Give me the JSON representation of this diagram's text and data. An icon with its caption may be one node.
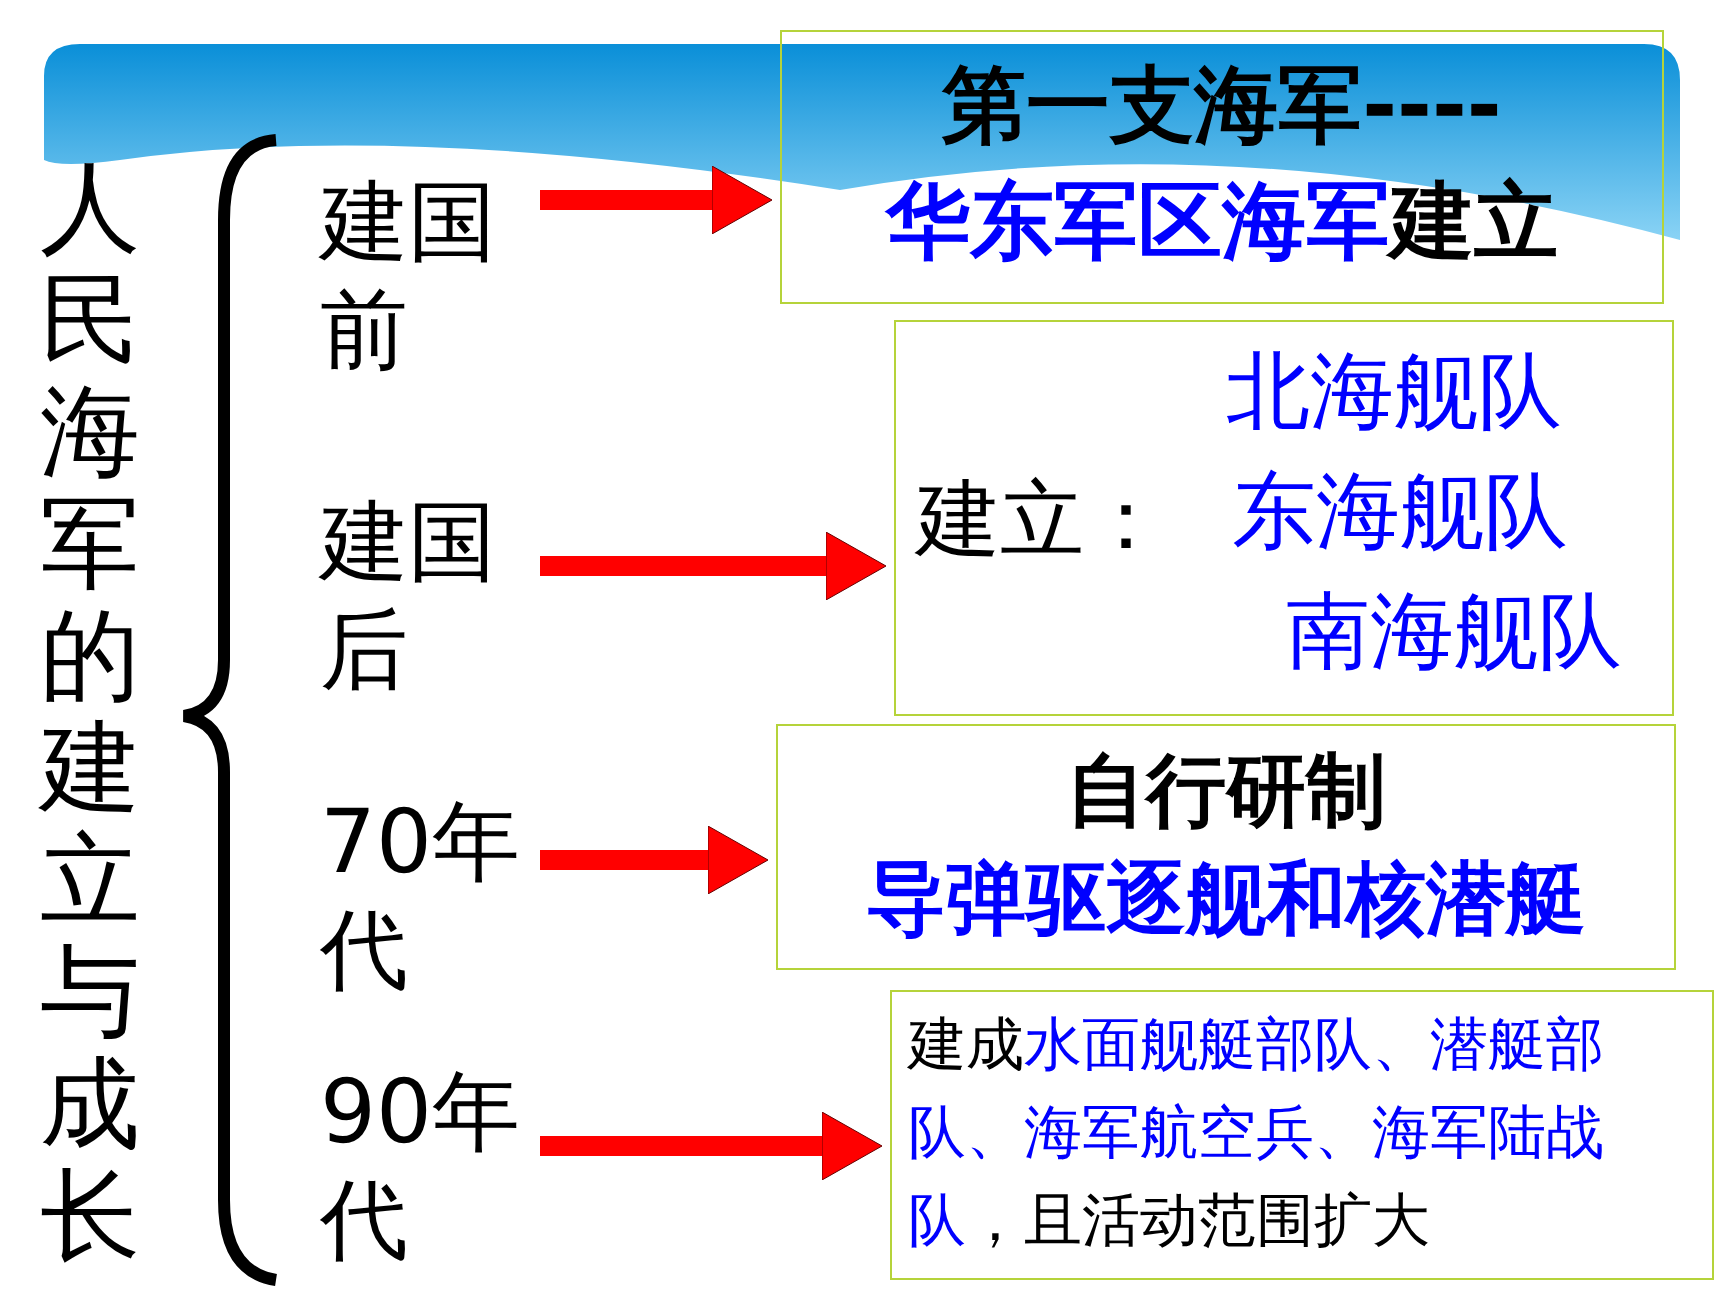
{
  "diagram": {
    "nodes": [
      {
        "text": [
          "人民海军的建立与成长"
        ]
      },
      {
        "text": [
          "建国前"
        ]
      },
      {
        "text": [
          "建国后"
        ]
      },
      {
        "text": [
          "70年代"
        ]
      },
      {
        "text": [
          "90年代"
        ]
      },
      {
        "text": [
          "第一支海军----",
          "华东军区海军",
          "建立"
        ]
      },
      {
        "text": [
          "建立：",
          "北海舰队",
          "东海舰队",
          "南海舰队"
        ]
      },
      {
        "text": [
          "自行研制",
          "导弹驱逐舰和核潜艇"
        ]
      },
      {
        "text": [
          "建成",
          "水面舰艇部队、潜艇部队、海军航空兵、海军陆战队",
          "，且活动范围扩大"
        ]
      }
    ],
    "edges": [
      {
        "from": 1,
        "to": 5,
        "arrow": "to"
      },
      {
        "from": 2,
        "to": 6,
        "arrow": "to"
      },
      {
        "from": 3,
        "to": 7,
        "arrow": "to"
      },
      {
        "from": 4,
        "to": 8,
        "arrow": "to"
      }
    ]
  }
}
